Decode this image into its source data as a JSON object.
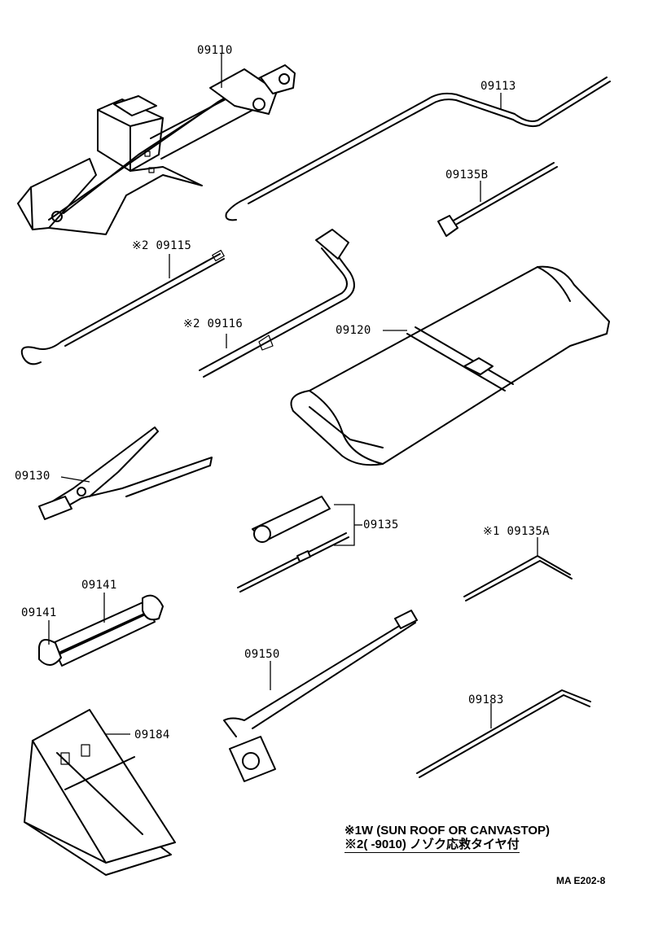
{
  "parts": {
    "jack": "09110",
    "jack_handle": "09113",
    "screwdriver_b": "09135B",
    "handle_extension": "※2 09115",
    "handle_rod": "※2 09116",
    "tool_bag": "09120",
    "pliers": "09130",
    "screwdriver_set": "09135",
    "screwdriver_a": "※1 09135A",
    "wrench_upper": "09141",
    "wrench_lower": "09141",
    "lug_wrench": "09150",
    "tire_lever": "09183",
    "wheel_chock": "09184"
  },
  "notes": {
    "note1": "※1W (SUN ROOF OR CANVASTOP)",
    "note2": "※2(       -9010) ノゾク応救タイヤ付"
  },
  "drawing_code": "MA E202-8"
}
